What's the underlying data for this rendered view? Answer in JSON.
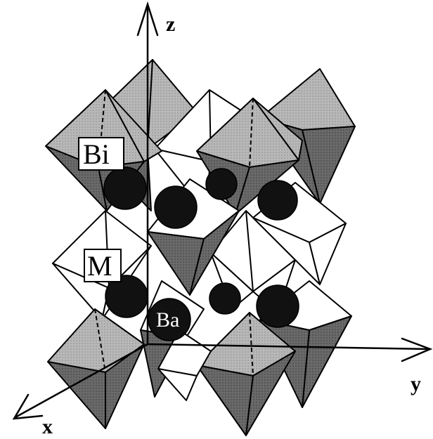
{
  "figure": {
    "axes": {
      "z": "z",
      "y": "y",
      "x": "x"
    },
    "sites": {
      "bi": "Bi",
      "m": "M",
      "ba": "Ba"
    }
  },
  "colors": {
    "bi_light": "#b3b3b3",
    "bi_dark": "#6a6a6a",
    "bi_mid": "#8c8c8c",
    "m_face": "#ffffff",
    "m_mixed_dark": "#6e6e6e",
    "atom": "#111111",
    "line": "#000000"
  }
}
